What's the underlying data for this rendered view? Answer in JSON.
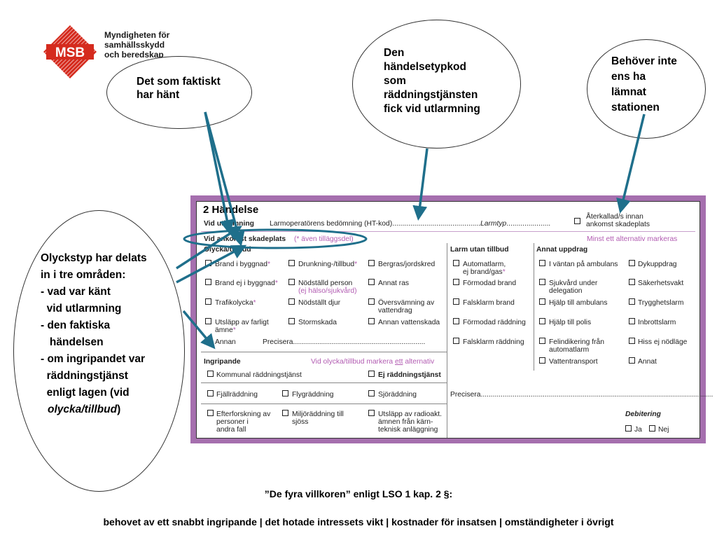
{
  "logo": {
    "mark": "MSB",
    "name_lines": [
      "Myndigheten för",
      "samhällsskydd",
      "och beredskap"
    ],
    "brand_color": "#d52b1e"
  },
  "bubbles": {
    "faktiskt": [
      "Det som faktiskt",
      "har hänt"
    ],
    "typkod": [
      "Den",
      "händelsetypkod",
      "som",
      "räddningstjänsten",
      "fick vid utlarmning"
    ],
    "behover": [
      "Behöver inte",
      "ens ha",
      "lämnat",
      "stationen"
    ],
    "olyckstyp": [
      "Olyckstyp har delats",
      "in i tre områden:",
      "- vad var känt",
      "  vid utlarmning",
      "- den faktiska",
      "   händelsen",
      "- om ingripandet var",
      "  räddningstjänst",
      "  enligt lagen (vid",
      "olycka/tillbud",
      ")"
    ]
  },
  "form": {
    "title": "2 Händelse",
    "vid_utlarmning": "Vid utlarmning",
    "larmoperator": "Larmoperatörens bedömning (HT-kod)",
    "larmoperator_dots": "............................................",
    "larmtyp": "Larmtyp",
    "larmtyp_dots": "......................",
    "aterkallad": "Återkallad/s innan",
    "ankomst_skadeplats": "ankomst skadeplats",
    "vid_ankomst": "Vid ankomst skadeplats",
    "aven_tillagg": "(* även tilläggsdel)",
    "minst_ett": "Minst ett alternativ markeras",
    "olycka_tillbud": "Olycka/tillbud",
    "larm_utan_tillbud": "Larm utan tillbud",
    "annat_uppdrag": "Annat uppdrag",
    "brand_i_byggnad": "Brand i byggnad",
    "drunkning": "Drunkning-/tillbud",
    "bergras": "Bergras/jordskred",
    "automatlarm": "Automatlarm,",
    "ej_brand_gas": "ej brand/gas",
    "i_vantan": "I väntan på ambulans",
    "dykuppdrag": "Dykuppdrag",
    "brand_ej_i_byggnad": "Brand ej i byggnad",
    "nodstalld_person": "Nödställd person",
    "ej_halso": "(ej hälso/sjukvård)",
    "annat_ras": "Annat ras",
    "formodad_brand": "Förmodad brand",
    "sjukvard_under": "Sjukvård under",
    "delegation": "delegation",
    "sakerhetsvakt": "Säkerhetsvakt",
    "trafikolycka": "Trafikolycka",
    "nodstallt_djur": "Nödställt djur",
    "oversvamning": "Översvämning av",
    "vattendrag": "vattendrag",
    "falsklarm_brand": "Falsklarm brand",
    "hjalp_ambulans": "Hjälp till ambulans",
    "trygghetslarm": "Trygghetslarm",
    "utslapp_farligt": "Utsläpp av farligt",
    "amne": "ämne",
    "stormskada": "Stormskada",
    "annan_vattenskada": "Annan vattenskada",
    "formodad_raddning": "Förmodad räddning",
    "hjalp_polis": "Hjälp till polis",
    "inbrottslarm": "Inbrottslarm",
    "annan": "Annan",
    "precisera": "Precisera",
    "precisera_dots": "..................................................................",
    "falsklarm_raddning": "Falsklarm räddning",
    "felindikering": "Felindikering från",
    "automatlarm2": "automatlarm",
    "hiss": "Hiss ej nödläge",
    "ingripande": "Ingripande",
    "vid_olycka_markera": "Vid olycka/tillbud markera",
    "ett": "ett",
    "alternativ": "alternativ",
    "vattentransport": "Vattentransport",
    "annat": "Annat",
    "kommunal": "Kommunal räddningstjänst",
    "ej_raddning": "Ej räddningstjänst",
    "fjallraddning": "Fjällräddning",
    "flygraddning": "Flygräddning",
    "sjoraddning": "Sjöräddning",
    "precisera2_dots": "....................................................................................................................",
    "efterforskning": [
      "Efterforskning av",
      "personer i",
      "andra fall"
    ],
    "miljoraddning": [
      "Miljöräddning till",
      "sjöss"
    ],
    "utslapp_radio": [
      "Utsläpp av radioakt.",
      "ämnen från kärn-",
      "teknisk anläggning"
    ],
    "debitering": "Debitering",
    "ja": "Ja",
    "nej": "Nej",
    "asterisk": "*",
    "border_color": "#a56fae",
    "highlight_color": "#1f6f8b"
  },
  "footer": {
    "line1": "”De fyra villkoren” enligt LSO 1 kap. 2 §:",
    "line2": "behovet av ett snabbt ingripande | det hotade intressets vikt | kostnader för insatsen | omständigheter i övrigt"
  }
}
